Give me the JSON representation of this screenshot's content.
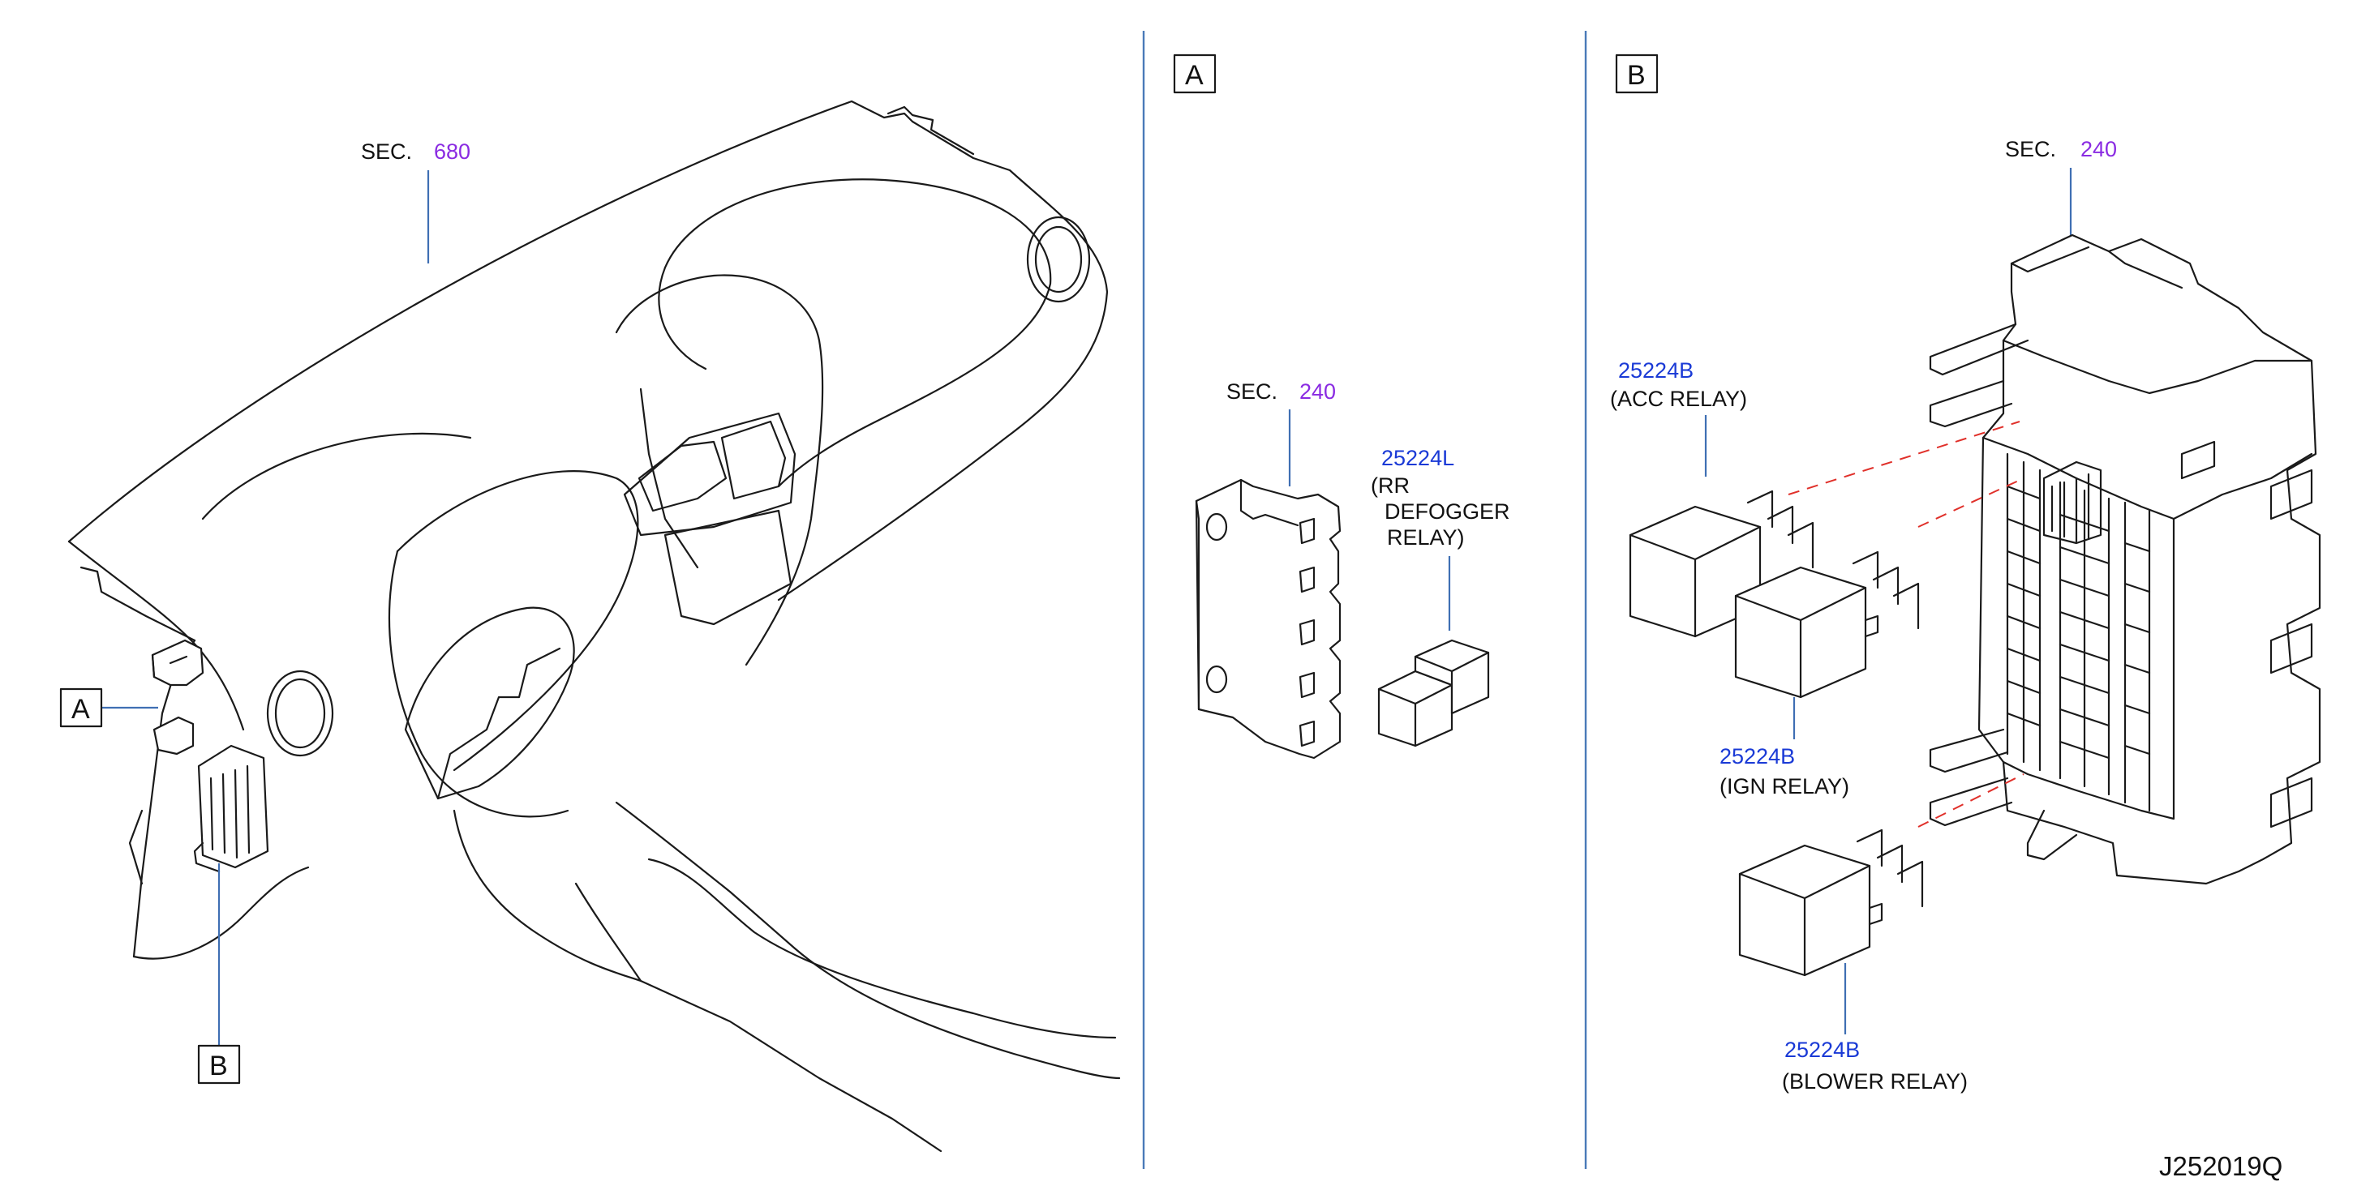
{
  "colors": {
    "section_ref": "#8a2be2",
    "part_number": "#1a3ad6",
    "leader": "#3f6fb3",
    "divider": "#4a7ab8",
    "dash": "#e0302a",
    "line": "#1a1a1a"
  },
  "overview": {
    "sec_label": "SEC.",
    "sec_num": "680",
    "callout_a": "A",
    "callout_b": "B"
  },
  "panel_a": {
    "box": "A",
    "sec_label": "SEC.",
    "sec_num": "240",
    "part": {
      "number": "25224L",
      "name_lines": [
        "(RR",
        "DEFOGGER",
        "RELAY)"
      ]
    }
  },
  "panel_b": {
    "box": "B",
    "sec_label": "SEC.",
    "sec_num": "240",
    "parts": [
      {
        "number": "25224B",
        "name": "(ACC   RELAY)"
      },
      {
        "number": "25224B",
        "name": "(IGN   RELAY)"
      },
      {
        "number": "25224B",
        "name": "(BLOWER   RELAY)"
      }
    ]
  },
  "diagram_code": "J252019Q"
}
